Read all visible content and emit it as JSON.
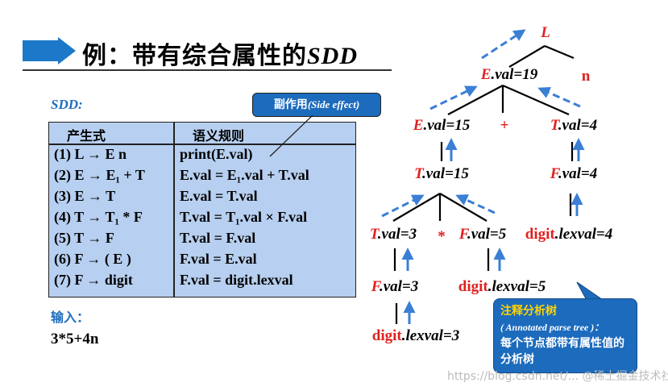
{
  "title": {
    "prefix": "例：带有综合属性的",
    "suffix": "SDD"
  },
  "sdd_label": "SDD:",
  "side_effect": {
    "cn": "副作用",
    "en": "(Side effect)"
  },
  "table": {
    "headers": [
      "产生式",
      "语义规则"
    ],
    "rows": [
      {
        "prod": "(1) L → E n",
        "rule": "print(E.val)"
      },
      {
        "prod": "(2) E → E₁ + T",
        "rule": "E.val = E₁.val + T.val"
      },
      {
        "prod": "(3) E → T",
        "rule": "E.val = T.val"
      },
      {
        "prod": "(4) T → T₁ * F",
        "rule": "T.val = T₁.val × F.val"
      },
      {
        "prod": "(5) T → F",
        "rule": "T.val = F.val"
      },
      {
        "prod": "(6) F → ( E )",
        "rule": "F.val = E.val"
      },
      {
        "prod": "(7) F → digit",
        "rule": "F.val = digit.lexval"
      }
    ]
  },
  "input": {
    "label": "输入：",
    "value": "3*5+4n"
  },
  "tree": {
    "L": "L",
    "n": "n",
    "plus": "+",
    "star": "*",
    "nodes": {
      "E19": {
        "sym": "E",
        "attr": ".val=19"
      },
      "E15": {
        "sym": "E",
        "attr": ".val=15"
      },
      "T4": {
        "sym": "T",
        "attr": ".val=4"
      },
      "T15": {
        "sym": "T",
        "attr": ".val=15"
      },
      "F4": {
        "sym": "F",
        "attr": ".val=4"
      },
      "T3": {
        "sym": "T",
        "attr": ".val=3"
      },
      "F5": {
        "sym": "F",
        "attr": ".val=5"
      },
      "digit4": {
        "sym": "digit",
        "attr": ".lexval=4"
      },
      "F3": {
        "sym": "F",
        "attr": ".val=3"
      },
      "digit5": {
        "sym": "digit",
        "attr": ".lexval=5"
      },
      "digit3": {
        "sym": "digit",
        "attr": ".lexval=3"
      }
    }
  },
  "annotated": {
    "title": "注释分析树",
    "en": "( Annotated parse tree )：",
    "desc": "每个节点都带有属性值的分析树"
  },
  "watermark": "https://blog.csdn.net/... @稀土掘金技术社区",
  "colors": {
    "accent_blue": "#1c6bbd",
    "symbol_red": "#e02020",
    "table_bg": "#b7cff0",
    "arrow_blue": "#3a7fd5"
  }
}
